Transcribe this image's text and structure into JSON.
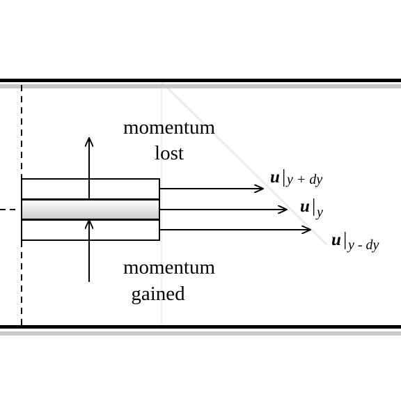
{
  "labels": {
    "momentum_lost_line1": "momentum",
    "momentum_lost_line2": "lost",
    "momentum_gained_line1": "momentum",
    "momentum_gained_line2": "gained"
  },
  "velocities": [
    {
      "symbol": "u",
      "separator": "|",
      "subscript": "y + dy"
    },
    {
      "symbol": "u",
      "separator": "|",
      "subscript": "y"
    },
    {
      "symbol": "u",
      "separator": "|",
      "subscript": "y - dy"
    }
  ],
  "colors": {
    "wall": "#000000",
    "wall_shadow": "#c8c8c8",
    "line": "#000000",
    "fluid_element_fill_light": "#ffffff",
    "fluid_element_fill_dark": "#cfcfcf"
  }
}
